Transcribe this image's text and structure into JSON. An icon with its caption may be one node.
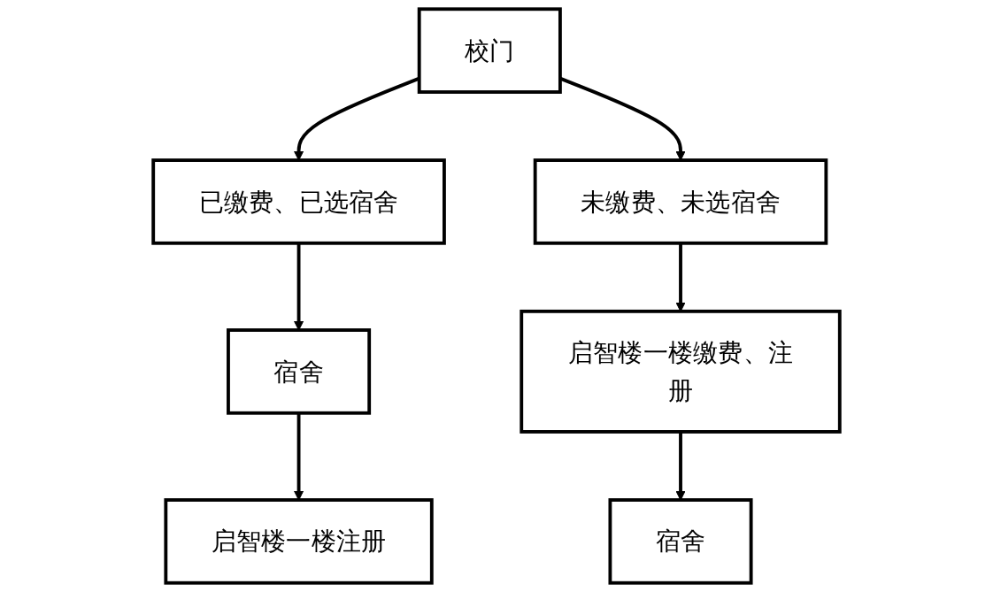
{
  "diagram": {
    "nodes": [
      {
        "text": [
          "校门"
        ]
      },
      {
        "text": [
          "已缴费、已选宿舍"
        ]
      },
      {
        "text": [
          "未缴费、未选宿舍"
        ]
      },
      {
        "text": [
          "宿舍"
        ]
      },
      {
        "text": [
          "启智楼一楼缴费、注册"
        ]
      },
      {
        "text": [
          "启智楼一楼注册"
        ]
      },
      {
        "text": [
          "宿舍"
        ]
      }
    ],
    "edges": [
      {
        "from": 0,
        "to": 1,
        "arrow": "to"
      },
      {
        "from": 0,
        "to": 2,
        "arrow": "to"
      },
      {
        "from": 1,
        "to": 3,
        "arrow": "to"
      },
      {
        "from": 2,
        "to": 4,
        "arrow": "to"
      },
      {
        "from": 3,
        "to": 5,
        "arrow": "to"
      },
      {
        "from": 4,
        "to": 6,
        "arrow": "to"
      }
    ]
  }
}
